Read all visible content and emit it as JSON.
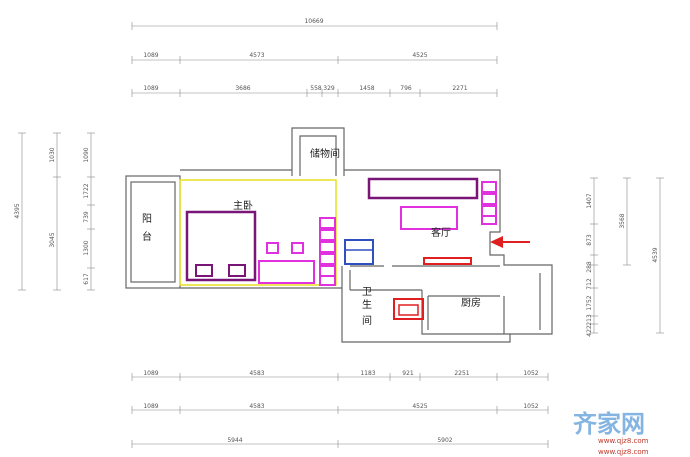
{
  "dimensions": {
    "top": {
      "row1": [
        "10669"
      ],
      "row2": [
        "1089",
        "4573",
        "4525"
      ],
      "row3": [
        "1089",
        "3686",
        "558",
        "329",
        "1458",
        "796",
        "2271"
      ]
    },
    "left": {
      "outer": [
        "4395"
      ],
      "inner1": [
        "1030",
        "3045"
      ],
      "inner2": [
        "1090",
        "1722",
        "739",
        "1300",
        "617"
      ]
    },
    "right": {
      "inner": [
        "1407",
        "873",
        "288",
        "712",
        "1752",
        "213",
        "422"
      ],
      "mid": [
        "3568"
      ],
      "outer": [
        "4539"
      ]
    },
    "bottom": {
      "row1": [
        "1089",
        "4583",
        "1183",
        "921",
        "2251",
        "1052"
      ],
      "row2": [
        "1089",
        "4583",
        "4525",
        "1052"
      ],
      "row3": [
        "5944",
        "5902"
      ]
    }
  },
  "rooms": {
    "storage": "储物间",
    "master_bedroom": "主卧",
    "balcony_1": "阳",
    "balcony_2": "台",
    "living_room": "客厅",
    "bathroom_1": "卫",
    "bathroom_2": "生",
    "bathroom_3": "间",
    "kitchen": "厨房"
  },
  "watermark": {
    "logo": "齐家网",
    "url_1": "www.qjz8.com",
    "url_2": "www.qjz8.com"
  },
  "colors": {
    "wall": "#666666",
    "dimension": "#888888",
    "yellow": "#e8e020",
    "purple": "#7a1578",
    "magenta": "#e030e0",
    "blue": "#3050c0",
    "red": "#e02020"
  }
}
